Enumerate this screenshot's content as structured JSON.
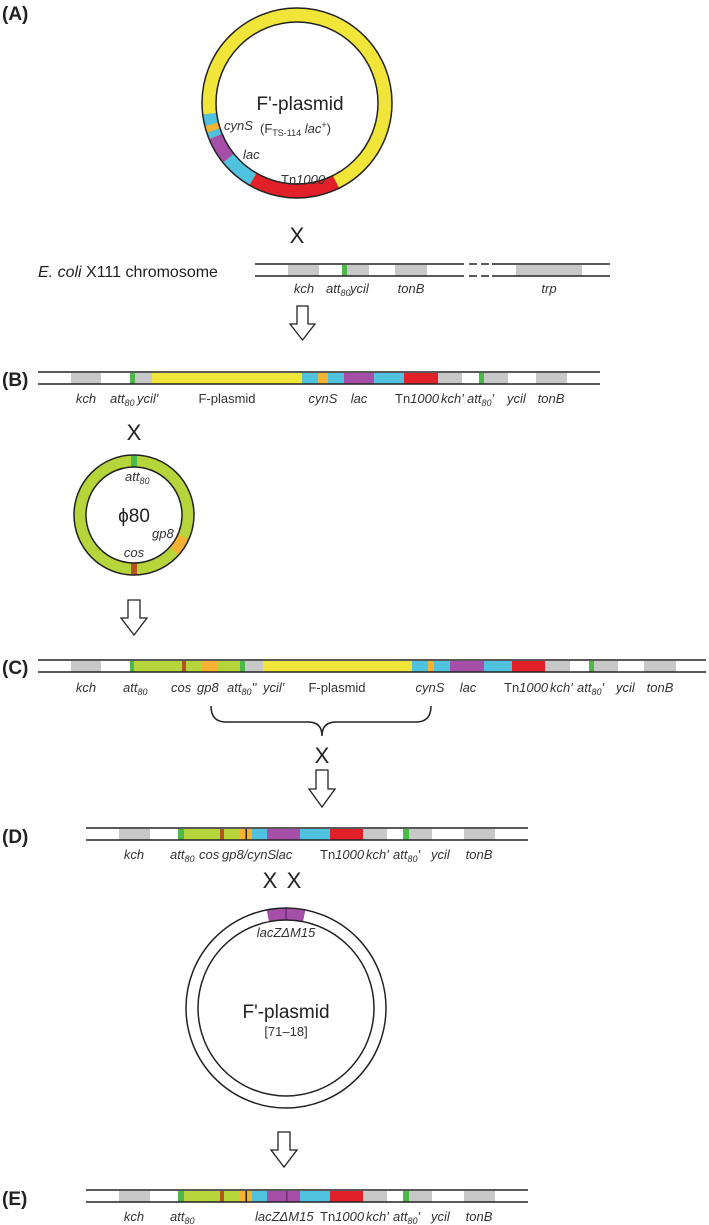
{
  "colors": {
    "yellow": "#F2E53A",
    "cyan": "#4FC2E0",
    "orange": "#F6B233",
    "purple": "#A54FA8",
    "red": "#E2202A",
    "gray": "#C8C8C8",
    "lime": "#B5D53A",
    "green": "#4DB84A",
    "brown": "#B2561E",
    "line": "#222222"
  },
  "panels": {
    "A": {
      "label": "(A)",
      "plasmid": {
        "title": "F'-plasmid",
        "subtitle_prefix": "(F",
        "subtitle_sub": "TS-114",
        "subtitle_gene": " lac",
        "subtitle_sup": "+",
        "subtitle_suffix": ")",
        "labels": {
          "cynS": "cynS",
          "lac": "lac",
          "tn_prefix": "Tn",
          "tn_num": "1000"
        }
      },
      "cross": "X",
      "chromosome": {
        "title_italic": "E. coli",
        "title_rest": " X111 chromosome",
        "genes": [
          {
            "label": "kch"
          },
          {
            "label": "att",
            "sub": "80"
          },
          {
            "label": "ycil"
          },
          {
            "label": "tonB"
          },
          {
            "label": "trp"
          }
        ]
      }
    },
    "B": {
      "label": "(B)",
      "labels": [
        "kch",
        "att80",
        "ycil'",
        "F-plasmid",
        "cynS",
        "lac",
        "Tn1000",
        "kch'",
        "att80'",
        "ycil",
        "tonB"
      ],
      "cross": "X"
    },
    "phi80": {
      "title": "ϕ80",
      "labels": {
        "att": "att",
        "att_sub": "80",
        "gp8": "gp8",
        "cos": "cos"
      }
    },
    "C": {
      "label": "(C)",
      "labels": [
        "kch",
        "att80",
        "cos",
        "gp8",
        "att80''",
        "ycil'",
        "F-plasmid",
        "cynS",
        "lac",
        "Tn1000",
        "kch'",
        "att80'",
        "ycil",
        "tonB"
      ],
      "cross": "X"
    },
    "D": {
      "label": "(D)",
      "labels": [
        "kch",
        "att80",
        "cos",
        "gp8/cynS",
        "lac",
        "Tn1000",
        "kch'",
        "att80'",
        "ycil",
        "tonB"
      ],
      "crosses": [
        "X",
        "X"
      ]
    },
    "F_plasmid_71_18": {
      "title": "F'-plasmid",
      "subtitle": "[71–18]",
      "gene_label": "lacZΔM15"
    },
    "E": {
      "label": "(E)",
      "labels": [
        "kch",
        "att80",
        "lacZΔM15",
        "Tn1000",
        "kch'",
        "att80'",
        "ycil",
        "tonB"
      ]
    }
  },
  "text": {
    "kch": "kch",
    "att": "att",
    "sub80": "80",
    "ycil": "ycil",
    "ycil_p": "ycil'",
    "tonB": "tonB",
    "trp": "trp",
    "fplasmid": "F-plasmid",
    "cynS": "cynS",
    "lac": "lac",
    "tn": "Tn",
    "tn_num": "1000",
    "kch_p": "kch'",
    "prime": "'",
    "dprime": "''",
    "cos": "cos",
    "gp8": "gp8",
    "gp8cynS": "gp8/cynS",
    "lacZ": "lacZΔM15",
    "X": "X"
  }
}
